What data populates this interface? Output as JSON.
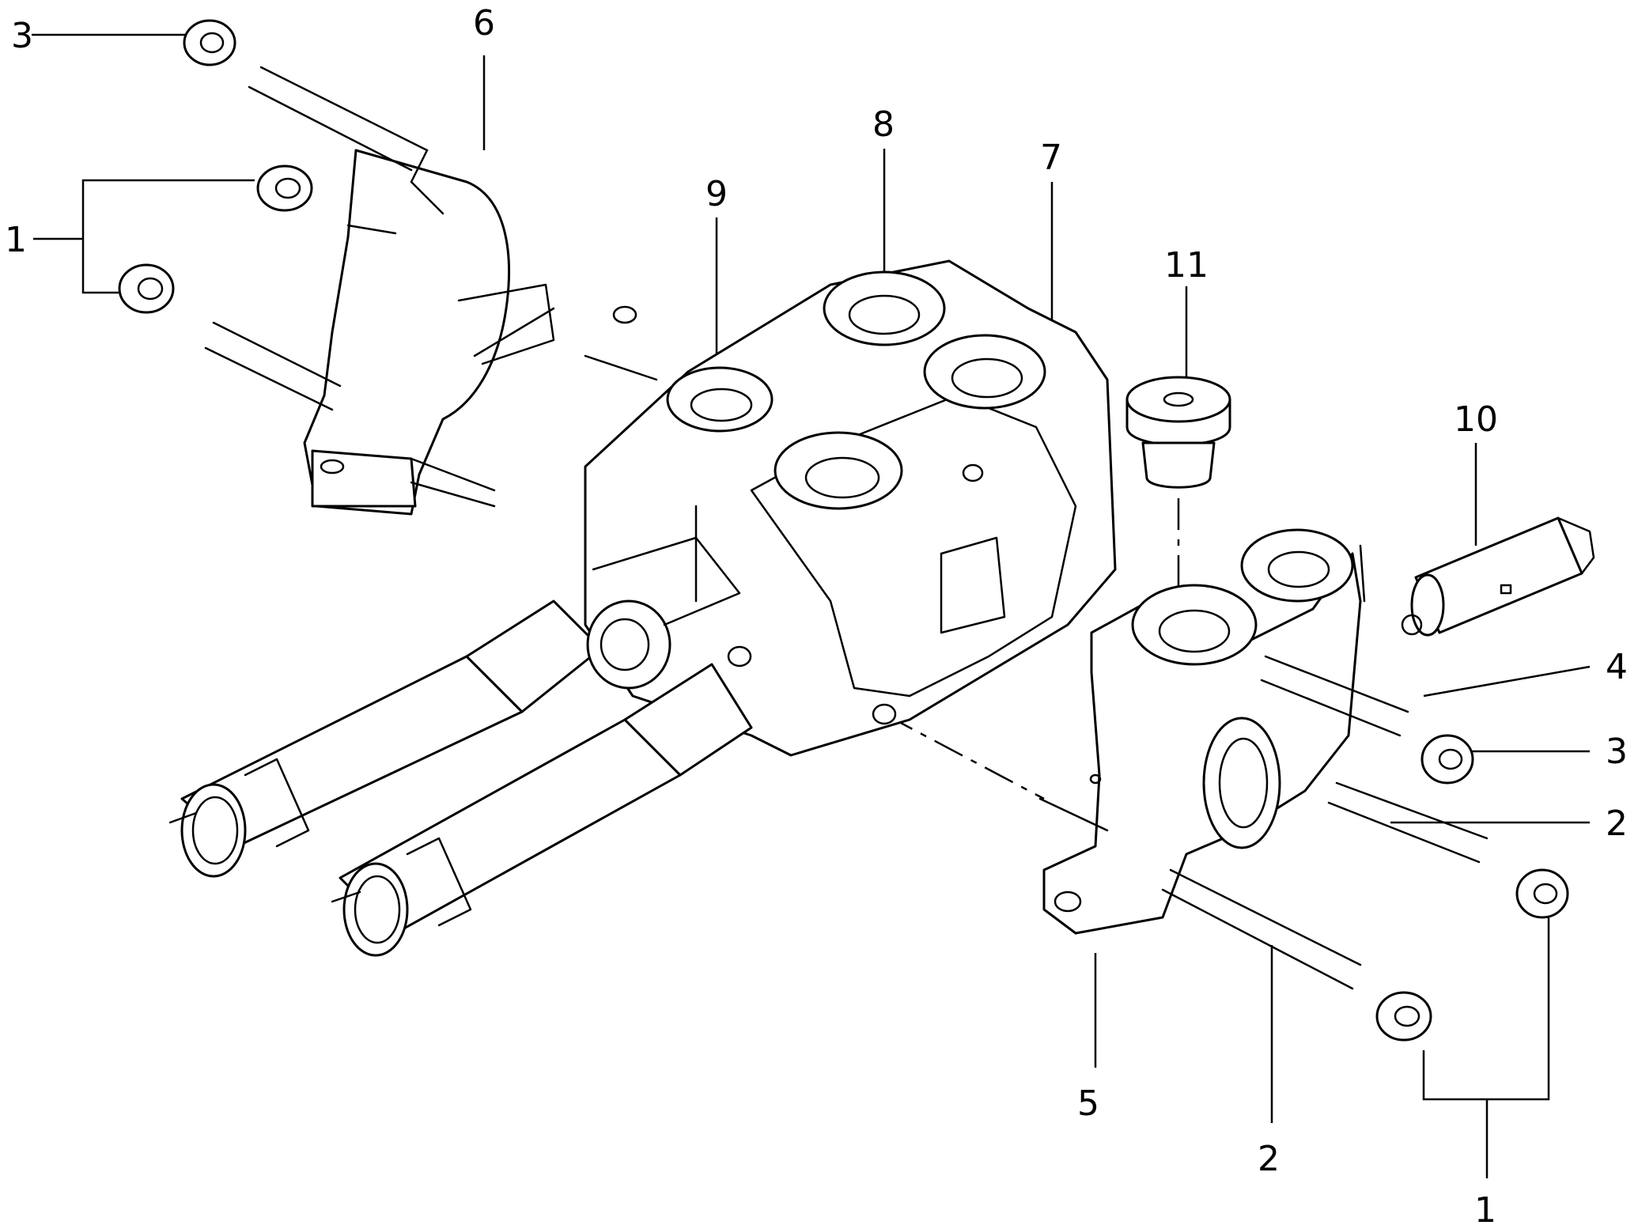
{
  "diagram": {
    "callouts": [
      {
        "id": "c3-top-left",
        "text": "3"
      },
      {
        "id": "c6",
        "text": "6"
      },
      {
        "id": "c1-left",
        "text": "1"
      },
      {
        "id": "c8",
        "text": "8"
      },
      {
        "id": "c7",
        "text": "7"
      },
      {
        "id": "c9",
        "text": "9"
      },
      {
        "id": "c11",
        "text": "11"
      },
      {
        "id": "c10",
        "text": "10"
      },
      {
        "id": "c4",
        "text": "4"
      },
      {
        "id": "c3-right",
        "text": "3"
      },
      {
        "id": "c2-right",
        "text": "2"
      },
      {
        "id": "c5",
        "text": "5"
      },
      {
        "id": "c2-bottom",
        "text": "2"
      },
      {
        "id": "c1-bottom",
        "text": "1"
      }
    ]
  }
}
